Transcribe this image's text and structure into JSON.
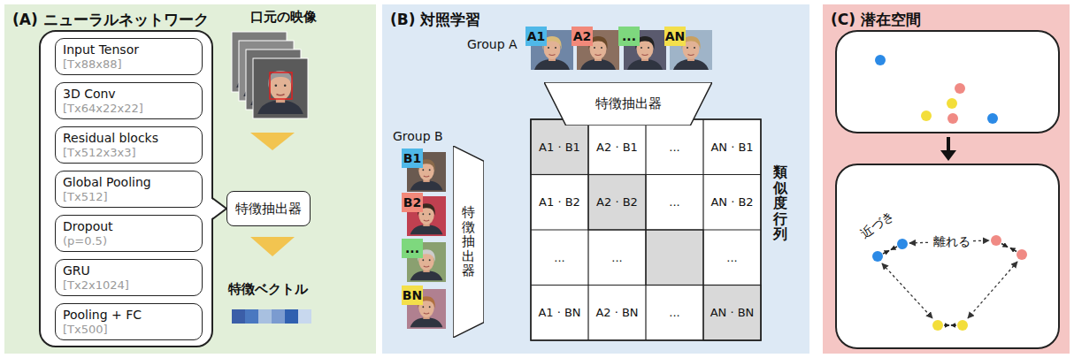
{
  "diagram": {
    "nodes": [
      {
        "text": [
          "(A) ニューラルネットワーク"
        ]
      },
      {
        "text": [
          "Input Tensor",
          "[Tx88x88]"
        ],
        "in": 0
      },
      {
        "text": [
          "3D Conv",
          "[Tx64x22x22]"
        ],
        "in": 0
      },
      {
        "text": [
          "Residual blocks",
          "[Tx512x3x3]"
        ],
        "in": 0
      },
      {
        "text": [
          "Global Pooling",
          "[Tx512]"
        ],
        "in": 0
      },
      {
        "text": [
          "Dropout",
          "(p=0.5)"
        ],
        "in": 0
      },
      {
        "text": [
          "GRU",
          "[Tx2x1024]"
        ],
        "in": 0
      },
      {
        "text": [
          "Pooling + FC",
          "[Tx500]"
        ],
        "in": 0
      },
      {
        "text": [
          "特徴抽出器"
        ],
        "in": 0
      },
      {
        "text": [
          "(B) 対照学習"
        ]
      },
      {
        "text": [
          "特徴抽出器"
        ],
        "in": 9
      },
      {
        "text": [
          "特徴抽出器"
        ],
        "in": 9
      },
      {
        "text": [
          "(C) 潜在空間"
        ]
      },
      {
        "text": [
          "近づき",
          "離れる"
        ],
        "in": 12
      }
    ],
    "labels": [
      "口元の映像",
      "特徴ベクトル",
      "Group A",
      "A1",
      "A2",
      "...",
      "AN",
      "Group B",
      "B1",
      "B2",
      "...",
      "BN",
      "A1 · B1",
      "A2 · B1",
      "...",
      "AN · B1",
      "A1 · B2",
      "A2 · B2",
      "...",
      "AN · B2",
      "...",
      "...",
      "...",
      "A1 · BN",
      "A2 · BN",
      "...",
      "AN · BN",
      "類似度行列"
    ]
  }
}
